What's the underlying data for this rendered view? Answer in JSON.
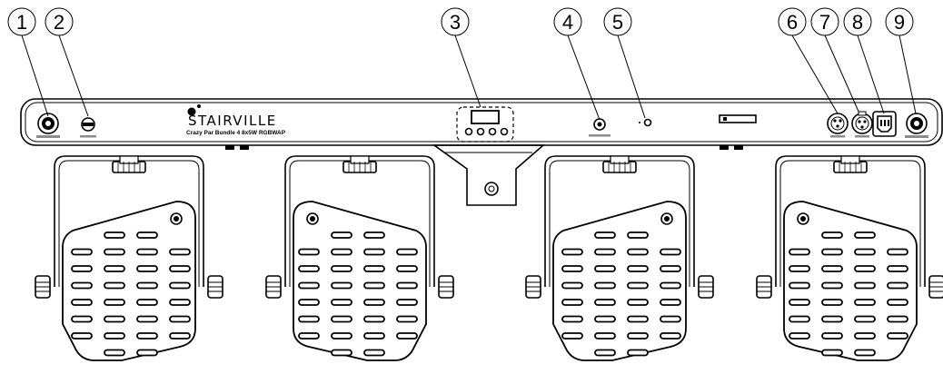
{
  "callouts": [
    {
      "label": "1"
    },
    {
      "label": "2"
    },
    {
      "label": "3"
    },
    {
      "label": "4"
    },
    {
      "label": "5"
    },
    {
      "label": "6"
    },
    {
      "label": "7"
    },
    {
      "label": "8"
    },
    {
      "label": "9"
    }
  ],
  "bar": {
    "brand": "STAIRVILLE",
    "model": "Crazy Par Bundle 4 8x5W RGBWAP"
  },
  "lamp_count": 4
}
